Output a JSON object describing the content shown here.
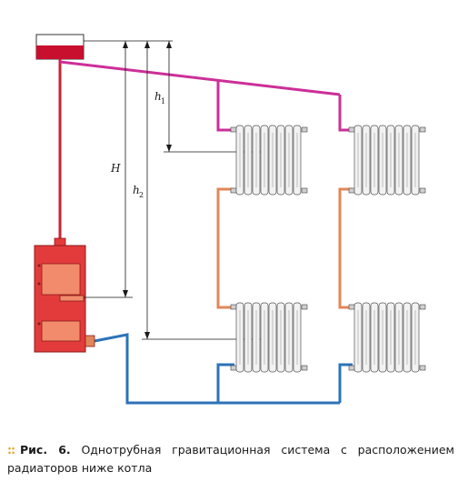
{
  "colors": {
    "supply_pipe": "#cc2f98",
    "transit_pipe": "#e0875a",
    "return_pipe": "#2d73b8",
    "riser_pipe": "#cc2233",
    "boiler_body": "#e33b3b",
    "boiler_panel": "#f28b6b",
    "tank_fill": "#c8102e",
    "radiator_fill": "#f2f2f2",
    "caption_bullet": "#e6a62a"
  },
  "dimensions": {
    "H": "H",
    "h1_main": "h",
    "h1_sub": "1",
    "h2_main": "h",
    "h2_sub": "2"
  },
  "caption": {
    "bullet": "::",
    "label": "Рис. 6.",
    "text": "Однотрубная гравитационная система с расположением радиаторов ниже котла"
  }
}
